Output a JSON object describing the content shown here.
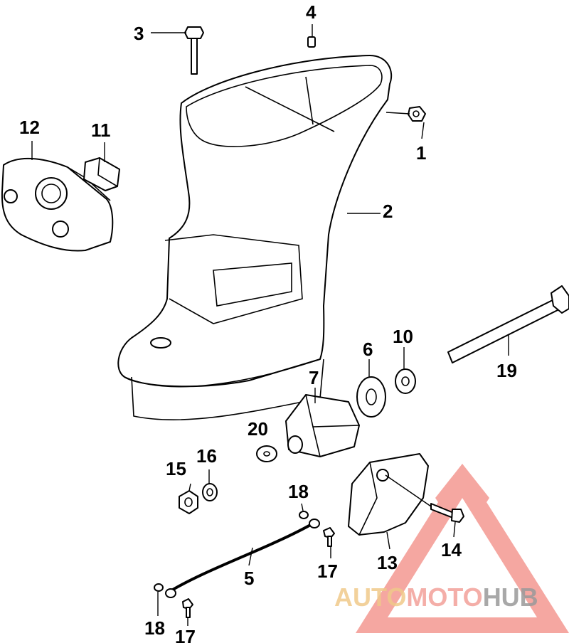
{
  "diagram": {
    "callouts": {
      "c1": "1",
      "c2": "2",
      "c3": "3",
      "c4": "4",
      "c5": "5",
      "c6": "6",
      "c7": "7",
      "c10": "10",
      "c11": "11",
      "c12": "12",
      "c13": "13",
      "c14": "14",
      "c15": "15",
      "c16": "16",
      "c17a": "17",
      "c17b": "17",
      "c18a": "18",
      "c18b": "18",
      "c19": "19",
      "c20": "20"
    }
  },
  "watermark": {
    "part1": "AUTO",
    "part2": "MOTO",
    "part3": "HUB",
    "colors": {
      "part1": "#f0c98a",
      "part2": "#f3a19a",
      "part3": "#9a9a9a",
      "triangle": "#f28a82"
    }
  }
}
